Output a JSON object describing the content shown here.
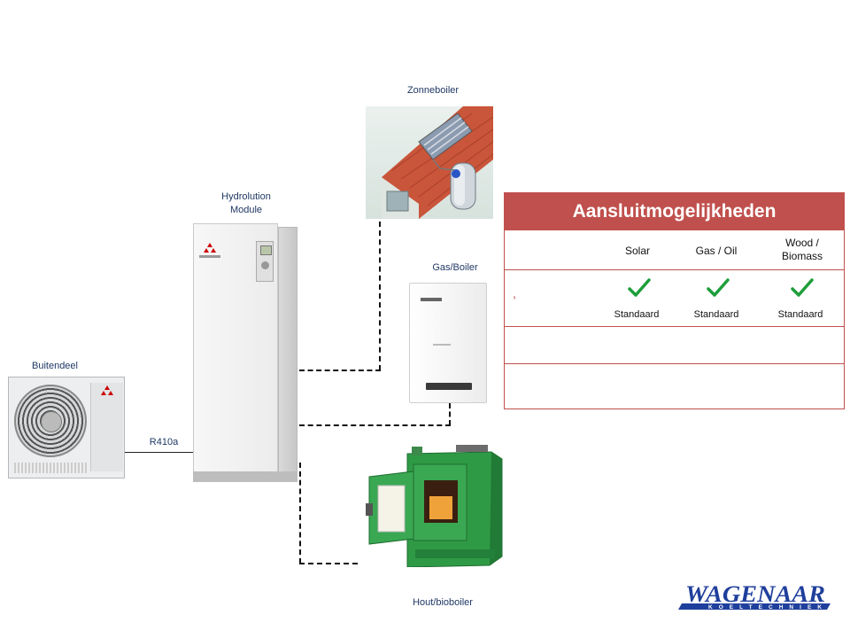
{
  "labels": {
    "zonneboiler": "Zonneboiler",
    "hydrolution_line1": "Hydrolution",
    "hydrolution_line2": "Module",
    "gas_boiler": "Gas/Boiler",
    "buitendeel": "Buitendeel",
    "refrigerant": "R410a",
    "hout_bioboiler": "Hout/bioboiler"
  },
  "table": {
    "title": "Aansluitmogelijkheden",
    "columns": [
      {
        "line1": "Solar",
        "line2": ""
      },
      {
        "line1": "Gas / Oil",
        "line2": ""
      },
      {
        "line1": "Wood /",
        "line2": "Biomass"
      }
    ],
    "row_mark": ",",
    "row1": [
      "Standaard",
      "Standaard",
      "Standaard"
    ],
    "accent_color": "#c0504d",
    "check_color": "#1e9e3a"
  },
  "logo": {
    "name": "WAGENAAR",
    "tagline": "KOELTECHNIEK",
    "color": "#1f3f9c"
  }
}
